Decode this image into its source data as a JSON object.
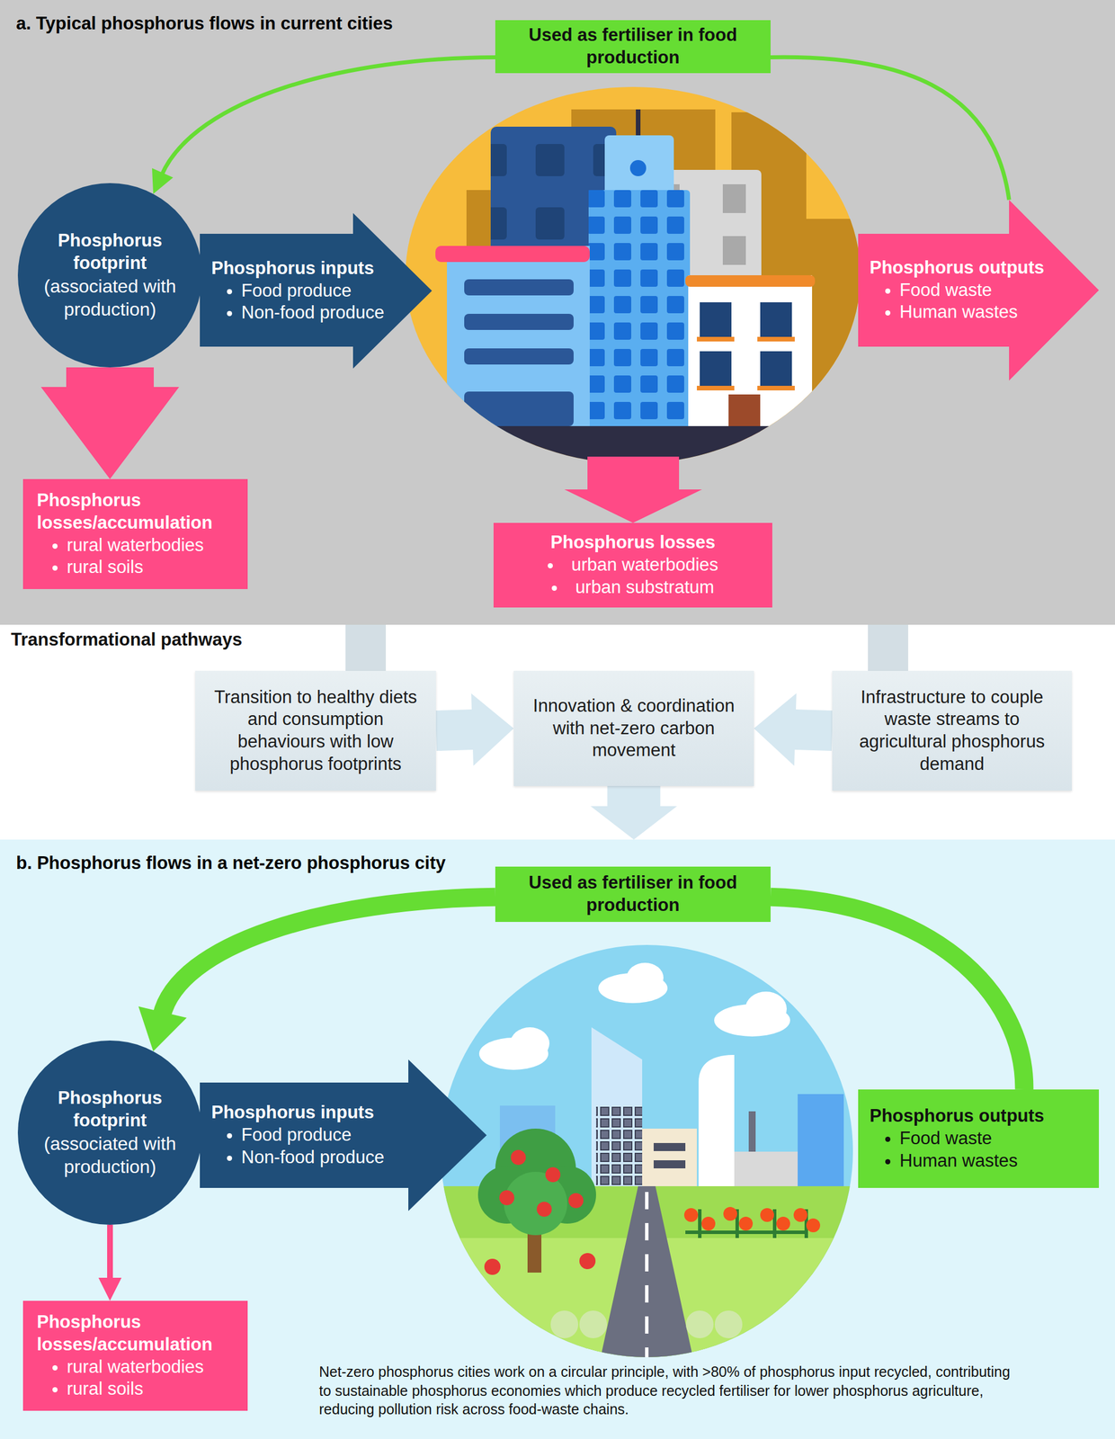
{
  "diagram": {
    "caption": "Net-zero phosphorus cities work on a circular principle, with >80% of phosphorus input recycled, contributing to sustainable phosphorus economies which produce recycled fertiliser for lower phosphorus agriculture, reducing pollution risk across food-waste chains.",
    "nodes": [
      {
        "text": [
          "a. Typical phosphorus flows in current cities"
        ]
      },
      {
        "text": [
          "Used as fertiliser in food production"
        ],
        "in": 0
      },
      {
        "text": [
          "Phosphorus footprint",
          "(associated with production)"
        ],
        "in": 0
      },
      {
        "text": [
          "Phosphorus inputs",
          "Food produce",
          "Non-food produce"
        ],
        "in": 0
      },
      {
        "text": [
          "Phosphorus outputs",
          "Food waste",
          "Human wastes"
        ],
        "in": 0
      },
      {
        "text": [
          "Phosphorus losses/accumulation",
          "rural waterbodies",
          "rural soils"
        ],
        "in": 0
      },
      {
        "text": [
          "Phosphorus losses",
          "urban waterbodies",
          "urban substratum"
        ],
        "in": 0
      },
      {
        "text": [
          "Transition to healthy diets and consumption behaviours with low phosphorus footprints"
        ]
      },
      {
        "text": [
          "Innovation & coordination with net-zero carbon movement"
        ]
      },
      {
        "text": [
          "Infrastructure to couple waste streams to agricultural phosphorus demand"
        ]
      },
      {
        "text": [
          "b. Phosphorus flows in a net-zero phosphorus city"
        ]
      },
      {
        "text": [
          "Used as fertiliser in food production"
        ],
        "in": 10
      },
      {
        "text": [
          "Phosphorus footprint",
          "(associated with production)"
        ],
        "in": 10
      },
      {
        "text": [
          "Phosphorus inputs",
          "Food produce",
          "Non-food produce"
        ],
        "in": 10
      },
      {
        "text": [
          "Phosphorus outputs",
          "Food waste",
          "Human wastes"
        ],
        "in": 10
      },
      {
        "text": [
          "Phosphorus losses/accumulation",
          "rural waterbodies",
          "rural soils"
        ],
        "in": 10
      }
    ],
    "edges": [
      {
        "from": 4,
        "to": 1,
        "arrow": "none"
      },
      {
        "from": 1,
        "to": 2,
        "arrow": "to"
      },
      {
        "from": 2,
        "to": 5,
        "arrow": "to"
      },
      {
        "from": 0,
        "to": 7,
        "arrow": "none"
      },
      {
        "from": 0,
        "to": 9,
        "arrow": "none"
      },
      {
        "from": 7,
        "to": 8,
        "arrow": "to"
      },
      {
        "from": 9,
        "to": 8,
        "arrow": "to"
      },
      {
        "from": 8,
        "to": 10,
        "arrow": "to"
      },
      {
        "from": 14,
        "to": 11,
        "arrow": "none"
      },
      {
        "from": 11,
        "to": 12,
        "arrow": "to"
      },
      {
        "from": 12,
        "to": 15,
        "arrow": "to"
      }
    ],
    "labels": [
      "Transformational pathways"
    ]
  }
}
